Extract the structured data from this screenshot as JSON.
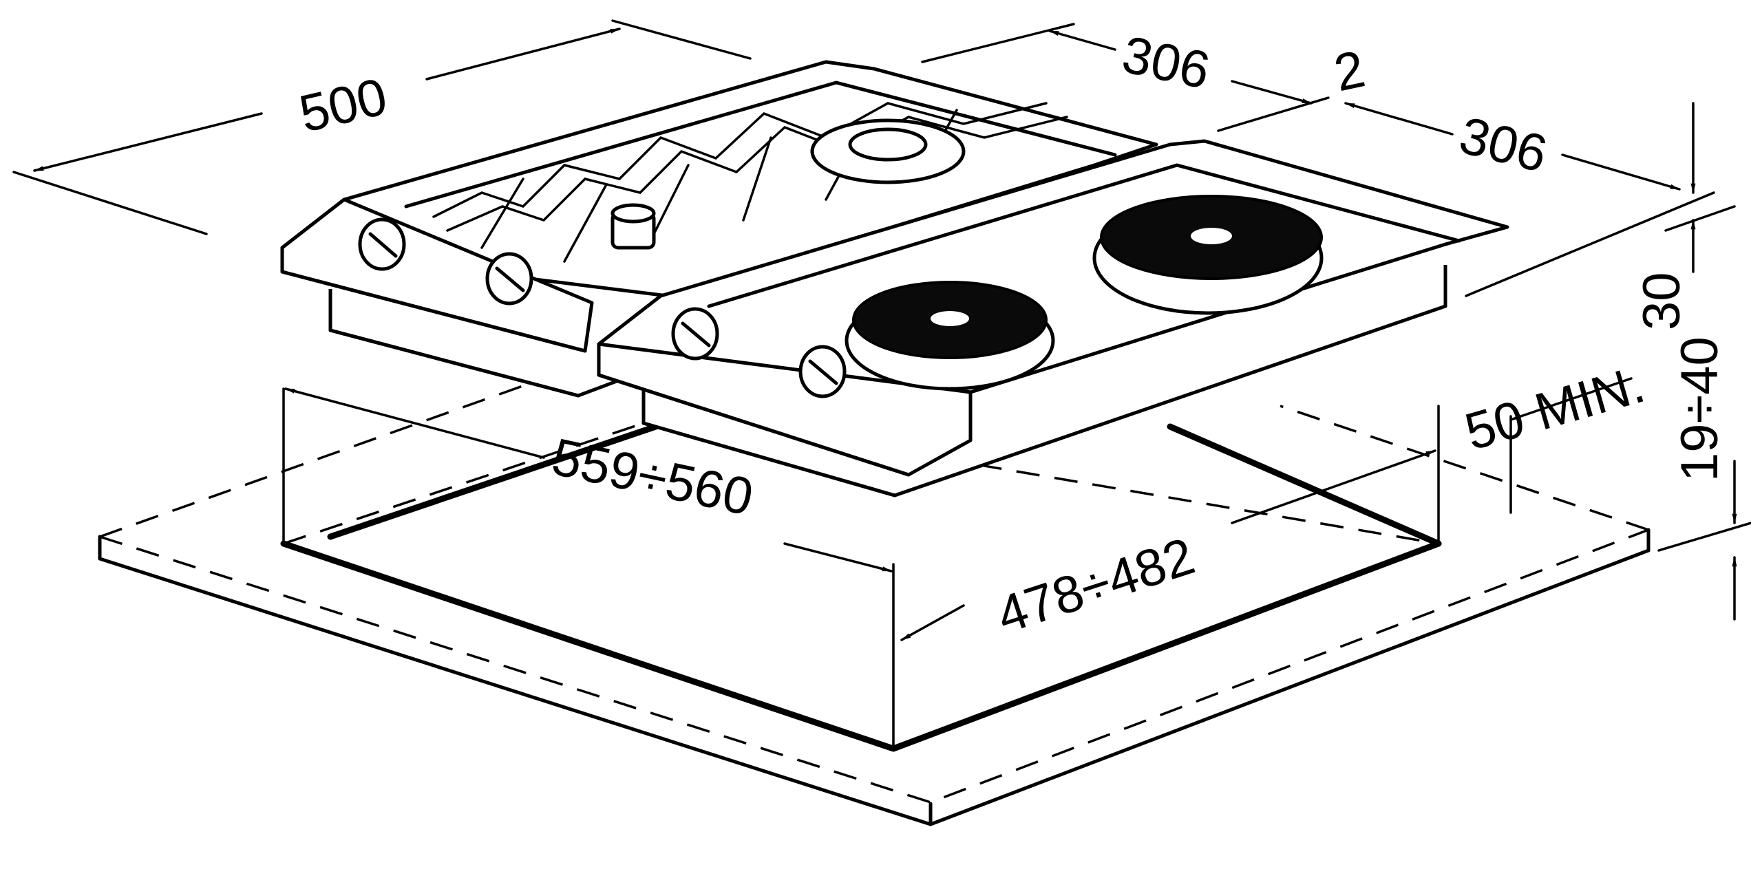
{
  "dimensions": {
    "width_total": "500",
    "width_gas": "306",
    "gap": "2",
    "width_electric": "306",
    "height_top": "30",
    "clearance": "50 MIN.",
    "cutout_width": "559÷560",
    "cutout_depth": "478÷482",
    "worktop_thickness": "19÷40"
  }
}
